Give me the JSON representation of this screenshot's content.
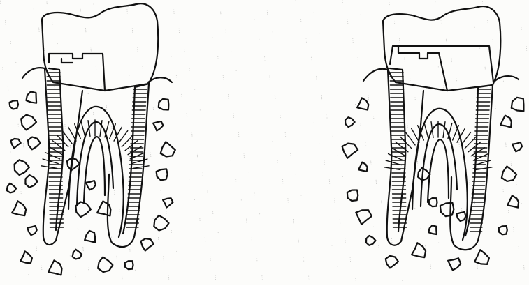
{
  "figure": {
    "panels": [
      {
        "id": "left",
        "restoration": "inlay"
      },
      {
        "id": "right",
        "restoration": "onlay"
      }
    ],
    "colors": {
      "ink": "#111111",
      "paper": "#fcfcfa"
    }
  }
}
